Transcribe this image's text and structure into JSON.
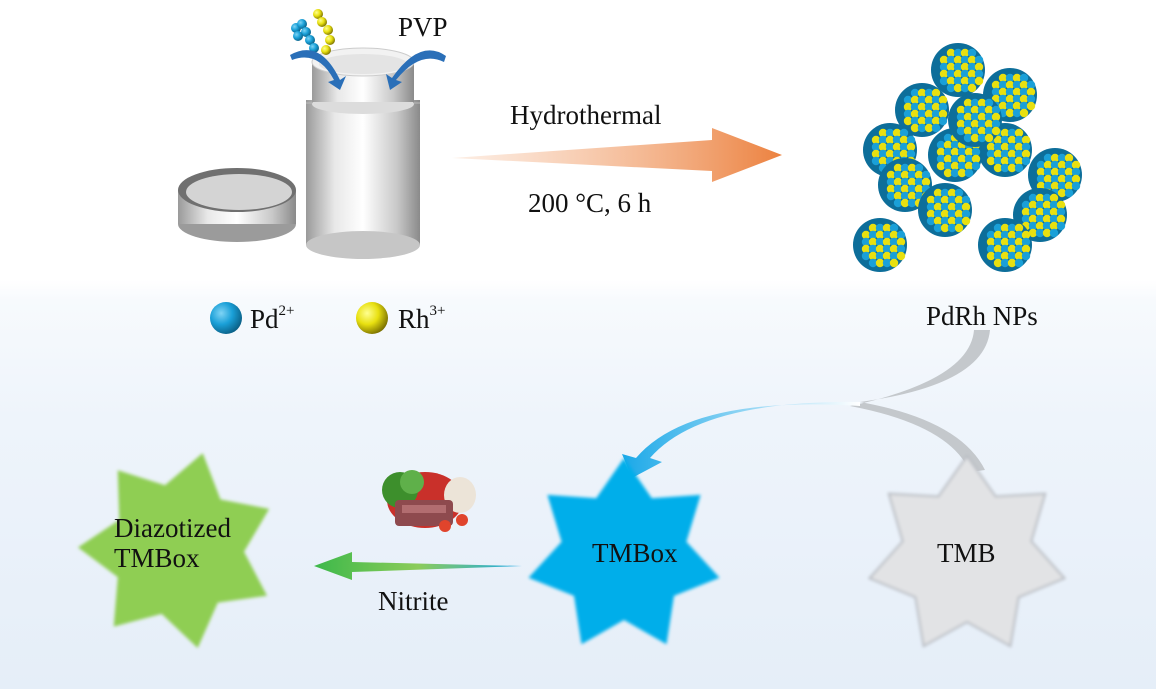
{
  "synthesis": {
    "reagent_label": "PVP",
    "arrow_label_top": "Hydrothermal",
    "arrow_label_bottom": "200 °C, 6 h",
    "product_label": "PdRh NPs"
  },
  "legend": {
    "items": [
      {
        "name": "Pd",
        "charge": "2+",
        "color": "#1aa0d8"
      },
      {
        "name": "Rh",
        "charge": "3+",
        "color": "#e8e010"
      }
    ]
  },
  "detection": {
    "substrate_label": "TMB",
    "oxidized_label": "TMBox",
    "product_line1": "Diazotized",
    "product_line2": "TMBox",
    "analyte_label": "Nitrite",
    "food_icon": "meat-vegetables-icon"
  },
  "colors": {
    "tmb": "#e2e3e5",
    "tmbox": "#00aeea",
    "diazotized": "#8fce52",
    "hydrothermal_arrow": "#ec8a4c",
    "pd": "#1aa0d8",
    "rh": "#e8e010"
  }
}
